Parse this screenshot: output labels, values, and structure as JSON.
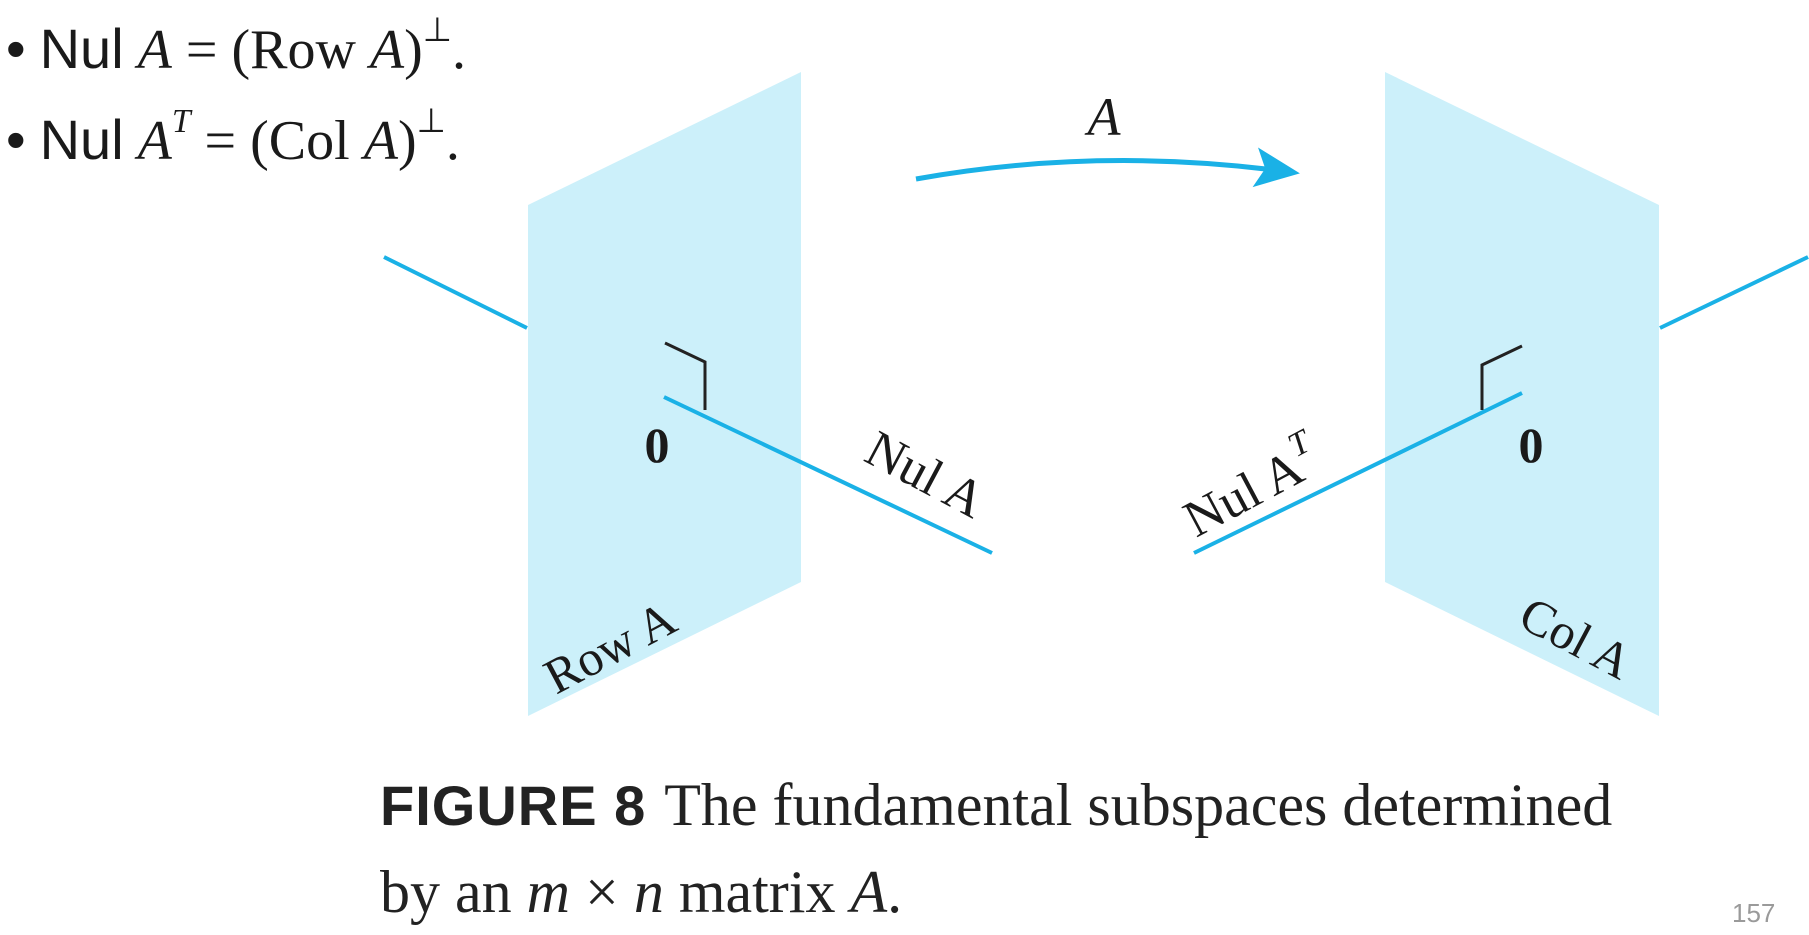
{
  "bullets": [
    {
      "marker": "•",
      "prefix": "Nul",
      "lhs_var": "A",
      "lhs_sup": "",
      "equals": "=",
      "rhs_open": "(",
      "rhs_name": "Row",
      "rhs_var": "A",
      "rhs_close": ")",
      "perp": "⊥",
      "end": "."
    },
    {
      "marker": "•",
      "prefix": "Nul",
      "lhs_var": "A",
      "lhs_sup": "T",
      "equals": "=",
      "rhs_open": "(",
      "rhs_name": "Col",
      "rhs_var": "A",
      "rhs_close": ")",
      "perp": "⊥",
      "end": "."
    }
  ],
  "diagram": {
    "arrow_label": "A",
    "left_zero": "0",
    "right_zero": "0",
    "nul_a_label": "Nul A",
    "nul_at_label": "Nul A",
    "nul_at_sup": "T",
    "row_a_label": "Row A",
    "col_a_label": "Col A",
    "colors": {
      "plane_fill": "#ccf0fa",
      "line": "#1ab1e6",
      "right_angle": "#222222"
    }
  },
  "caption": {
    "figure_label": "FIGURE 8",
    "line1": "The fundamental subspaces determined",
    "line2_prefix": "by an",
    "m": "m",
    "times": "×",
    "n": "n",
    "line2_middle": "matrix",
    "var": "A",
    "line2_end": "."
  },
  "page_number": "157"
}
